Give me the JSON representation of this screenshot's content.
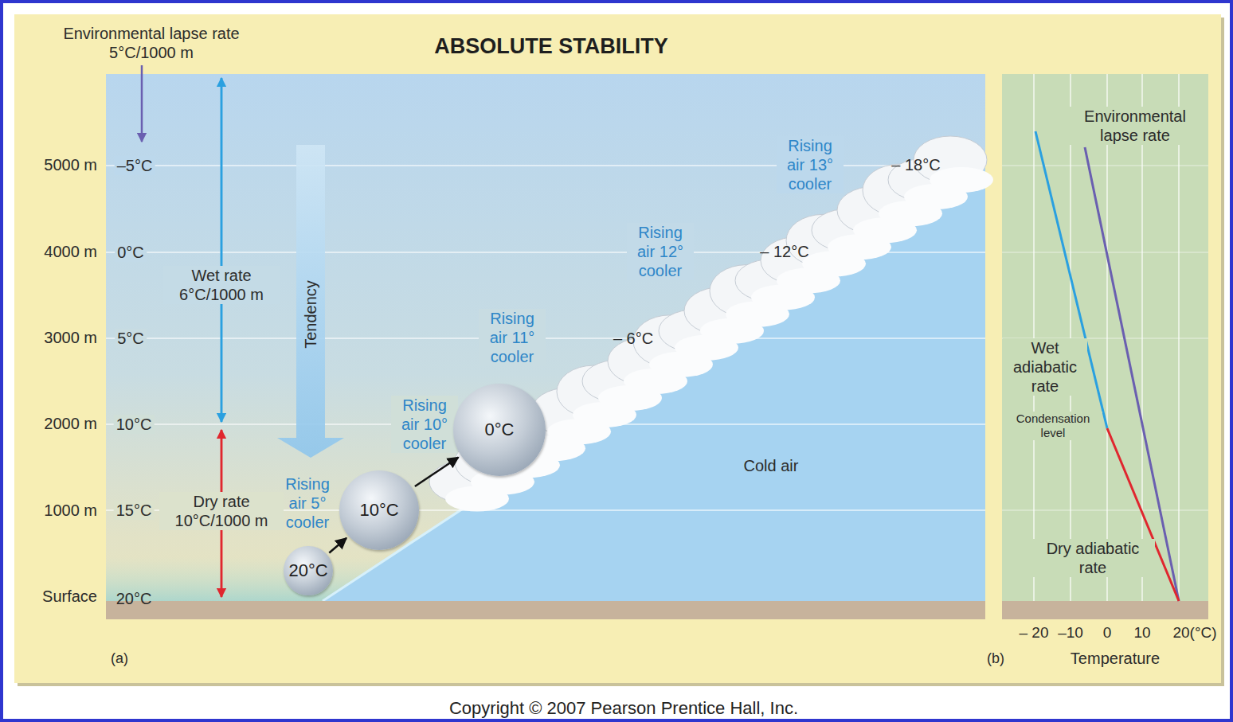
{
  "diagram": {
    "title": "ABSOLUTE STABILITY",
    "caption": "Copyright © 2007 Pearson Prentice Hall, Inc.",
    "nodes": [
      {
        "text": [
          "20°C"
        ]
      },
      {
        "text": [
          "10°C"
        ]
      },
      {
        "text": [
          "0°C"
        ]
      }
    ],
    "edges": [
      {
        "from": 0,
        "to": 1,
        "arrow": "to"
      },
      {
        "from": 1,
        "to": 2,
        "arrow": "to"
      }
    ],
    "labels": [
      "Environmental lapse rate 5°C/1000 m",
      "5000 m",
      "4000 m",
      "3000 m",
      "2000 m",
      "1000 m",
      "Surface",
      "–5°C",
      "0°C",
      "5°C",
      "10°C",
      "15°C",
      "20°C",
      "Wet rate 6°C/1000 m",
      "Dry rate 10°C/1000 m",
      "Tendency",
      "Rising air 5° cooler",
      "Rising air 10° cooler",
      "Rising air 11° cooler",
      "Rising air 12° cooler",
      "Rising air 13° cooler",
      "– 6°C",
      "– 12°C",
      "– 18°C",
      "Cold air",
      "(a)",
      "(b)",
      "Environmental lapse rate",
      "Wet adiabatic rate",
      "Condensation level",
      "Dry adiabatic rate",
      "– 20",
      "–10",
      "0",
      "10",
      "20(°C)",
      "Temperature"
    ]
  }
}
